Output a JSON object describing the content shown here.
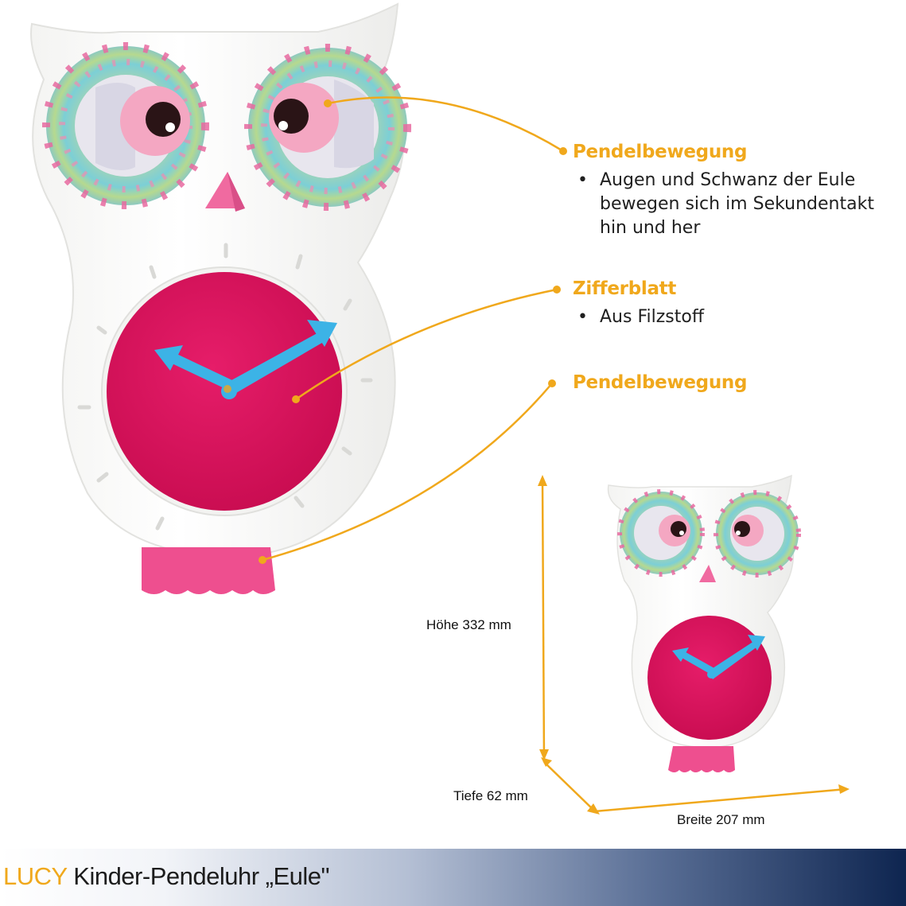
{
  "features": [
    {
      "title": "Pendelbewegung",
      "bullets": [
        "Augen und Schwanz der Eule bewegen sich im Sekundentakt hin und her"
      ]
    },
    {
      "title": "Zifferblatt",
      "bullets": [
        "Aus Filzstoff"
      ]
    },
    {
      "title": "Pendelbewegung",
      "bullets": []
    }
  ],
  "dimensions": {
    "height_label": "Höhe 332 mm",
    "depth_label": "Tiefe 62 mm",
    "width_label": "Breite 207 mm"
  },
  "footer": {
    "brand": "LUCY",
    "product": "Kinder-Pendeluhr „Eule\""
  },
  "colors": {
    "accent": "#f0a81c",
    "body": "#ffffff",
    "dial": "#e0105e",
    "hands": "#3cb3e6",
    "beak": "#f06aa0",
    "iris": "#f4a7c2"
  }
}
